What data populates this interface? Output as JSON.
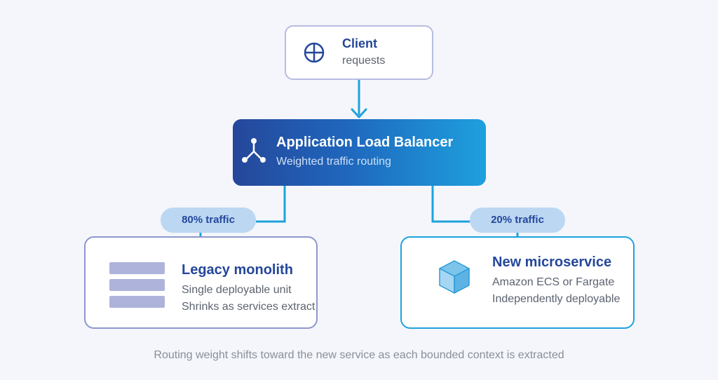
{
  "client": {
    "title": "Client",
    "subtitle": "requests",
    "icon": "globe-icon"
  },
  "load_balancer": {
    "title": "Application Load Balancer",
    "subtitle": "Weighted traffic routing",
    "icon": "fork-icon"
  },
  "legacy": {
    "title": "Legacy monolith",
    "lines": [
      "Single deployable unit",
      "Shrinks as services extract"
    ],
    "icon": "stack-icon",
    "traffic_label": "80% traffic"
  },
  "microservice": {
    "title": "New microservice",
    "lines": [
      "Amazon ECS or Fargate",
      "Independently deployable"
    ],
    "icon": "cube-icon",
    "traffic_label": "20% traffic"
  },
  "caption": "Routing weight shifts toward the new service as each bounded context is extracted",
  "colors": {
    "background": "#f4f6fb",
    "navy": "#24479a",
    "cyan": "#1ea3dc",
    "legacy_border": "#8f97cc",
    "client_border": "#b6bce0",
    "pill": "#bcd7f2"
  }
}
